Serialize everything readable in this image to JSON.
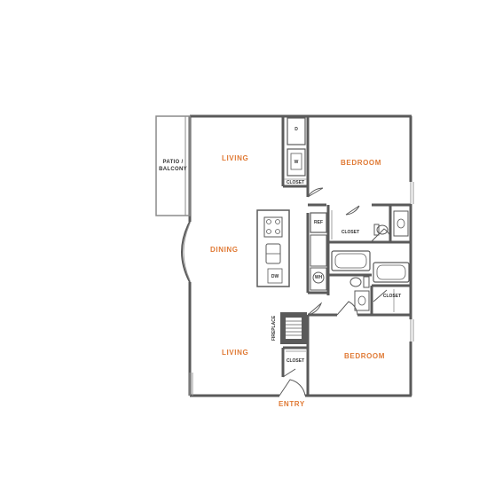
{
  "rooms": {
    "living_top": "LIVING",
    "dining": "DINING",
    "living_bottom": "LIVING",
    "bedroom_top": "BEDROOM",
    "bedroom_bottom": "BEDROOM",
    "patio_line1": "PATIO /",
    "patio_line2": "BALCONY",
    "entry": "ENTRY"
  },
  "fixtures": {
    "closet_washer": "CLOSET",
    "closet_bed1": "CLOSET",
    "closet_bed2": "CLOSET",
    "closet_entry": "CLOSET",
    "ref": "REF",
    "dw": "DW",
    "wh": "WH",
    "fireplace": "FIREPLACE",
    "dryer": "D",
    "washer": "W"
  },
  "colors": {
    "wall": "#5a5a5a",
    "label_accent": "#e07a35",
    "label_dark": "#333333"
  }
}
